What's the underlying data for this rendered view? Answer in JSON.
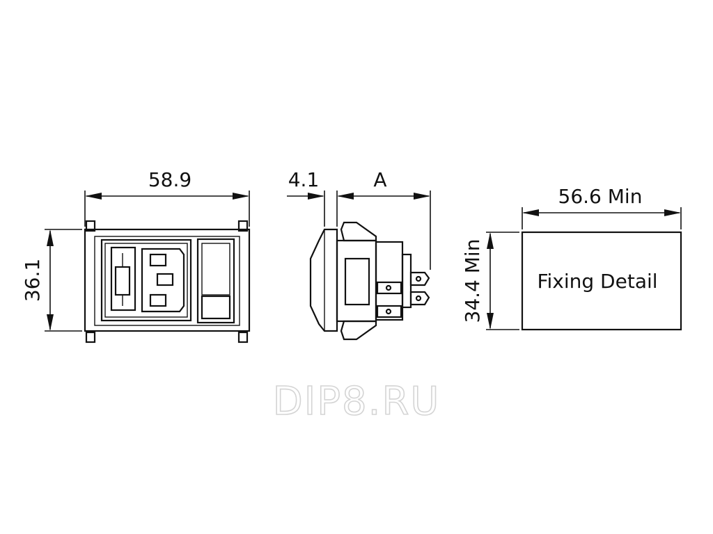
{
  "dimensions": {
    "width": "58.9",
    "height": "36.1",
    "panel_thickness": "4.1",
    "depth": "A",
    "cutout_width": "56.6 Min",
    "cutout_height": "34.4 Min"
  },
  "cutout_label": "Fixing Detail",
  "watermark": "DIP8.RU"
}
